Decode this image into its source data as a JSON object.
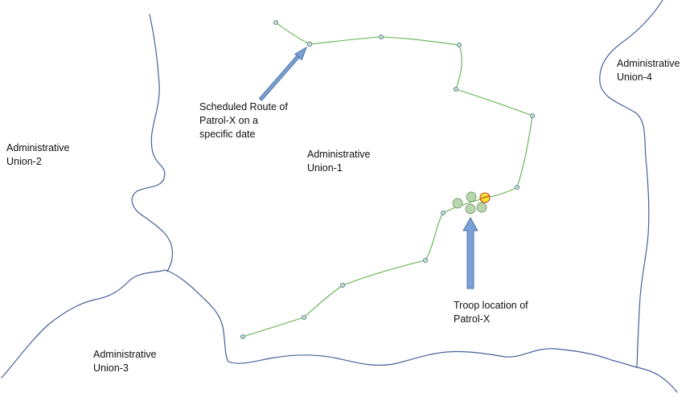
{
  "regions": {
    "union1": [
      "Administrative",
      "Union-1"
    ],
    "union2": [
      "Administrative",
      "Union-2"
    ],
    "union3": [
      "Administrative",
      "Union-3"
    ],
    "union4": [
      "Administrative",
      "Union-4"
    ]
  },
  "annotations": {
    "route": [
      "Scheduled Route of",
      "Patrol-X on a",
      "specific date"
    ],
    "troop": [
      "Troop location of",
      "Patrol-X"
    ]
  },
  "colors": {
    "boundary": "#46609a",
    "route": "#5fb34a",
    "waypoint_fill": "#c5dfc0",
    "waypoint_stroke": "#5a7fa6",
    "troop_fill": "#b9d7ac",
    "troop_stroke": "#7a9a74",
    "patrol_marker": "#f3ea2e",
    "patrol_marker_stroke": "#d03b2c",
    "arrow_fill": "#7ba0d4",
    "arrow_stroke": "#4f74a8"
  }
}
